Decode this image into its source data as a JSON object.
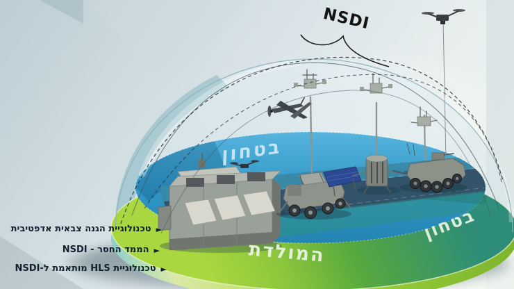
{
  "scene": {
    "nsdi_label": "NSDI",
    "military_zone_label": "בטחון",
    "homeland_zone_label": "בטחון המולדת",
    "homeland_zone_word_right": "בטחון",
    "homeland_zone_word_left": "המולדת"
  },
  "legend": {
    "items": [
      {
        "marker": "►",
        "label": "טכנולוגיית הגנה צבאית אדפטיבית"
      },
      {
        "marker": "►",
        "label": "הממד החסר - NSDI"
      },
      {
        "marker": "►",
        "label": "טכנולוגיית HLS מותאמת ל-NSDI"
      }
    ]
  },
  "colors": {
    "background_top": "#bccdd4",
    "background_bottom": "#f5f8f3",
    "dome_tint": "#d7e7eb",
    "military_disc_blue": "#2f96c6",
    "road_dark": "#32536a",
    "homeland_rim_green": "#8dc63f",
    "homeland_deep_green": "#2e8d78",
    "legend_text": "#10202c",
    "nsdi_text": "#141414"
  }
}
